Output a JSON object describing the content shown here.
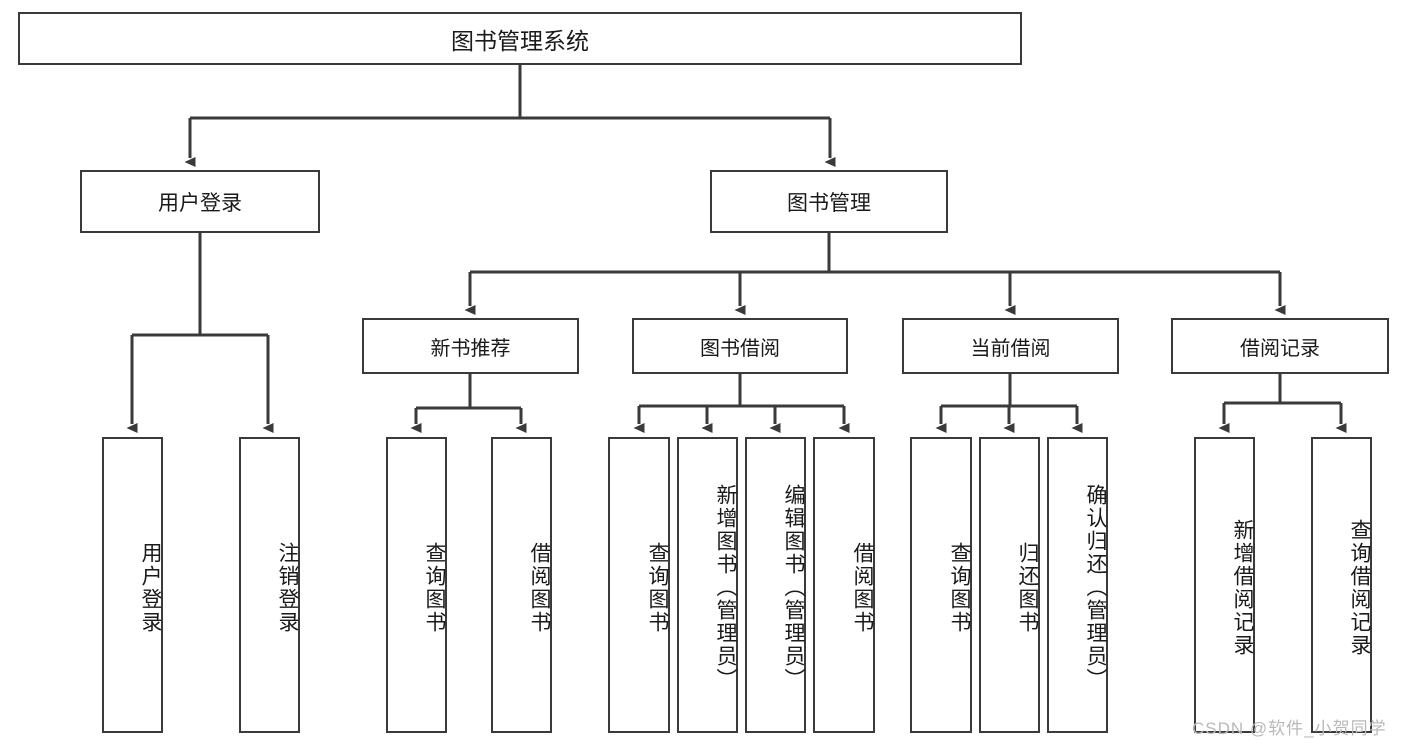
{
  "diagram": {
    "title": "图书管理系统",
    "watermark": "CSDN @软件_小贺同学",
    "theme": {
      "border_color": "#3a3a3a",
      "background": "#ffffff",
      "text_color": "#1a1a1a",
      "watermark_color": "#b9b9b9"
    },
    "root": {
      "label": "图书管理系统"
    },
    "level1": [
      {
        "label": "用户登录"
      },
      {
        "label": "图书管理"
      }
    ],
    "level2": [
      {
        "label": "新书推荐"
      },
      {
        "label": "图书借阅"
      },
      {
        "label": "当前借阅"
      },
      {
        "label": "借阅记录"
      }
    ],
    "leaves": [
      {
        "label": "用户登录",
        "parent": "用户登录"
      },
      {
        "label": "注销登录",
        "parent": "用户登录"
      },
      {
        "label": "查询图书",
        "parent": "新书推荐"
      },
      {
        "label": "借阅图书",
        "parent": "新书推荐"
      },
      {
        "label": "查询图书",
        "parent": "图书借阅"
      },
      {
        "label": "新增图书（管理员）",
        "parent": "图书借阅"
      },
      {
        "label": "编辑图书（管理员）",
        "parent": "图书借阅"
      },
      {
        "label": "借阅图书",
        "parent": "图书借阅"
      },
      {
        "label": "查询图书",
        "parent": "当前借阅"
      },
      {
        "label": "归还图书",
        "parent": "当前借阅"
      },
      {
        "label": "确认归还（管理员）",
        "parent": "当前借阅"
      },
      {
        "label": "新增借阅记录",
        "parent": "借阅记录"
      },
      {
        "label": "查询借阅记录",
        "parent": "借阅记录"
      }
    ]
  }
}
